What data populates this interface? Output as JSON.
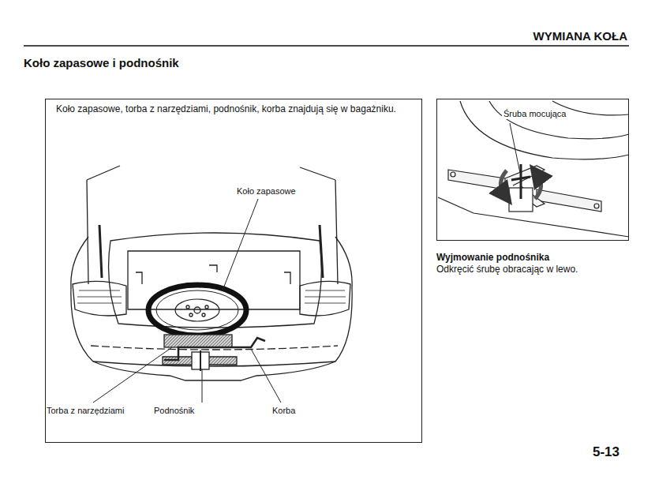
{
  "diagram": {
    "title": "Koło zapasowe i podnośnik",
    "nodes": [
      {
        "text": [
          "Koło zapasowe, torba z narzędziami, podnośnik, korba znajdują się w bagażniku."
        ]
      },
      {
        "text": [
          "Śruba mocująca"
        ]
      }
    ],
    "labels": [
      "WYMIANA KOŁA",
      "Koło zapasowe",
      "Torba z narzędziami",
      "Podnośnik",
      "Korba",
      "Wyjmowanie podnośnika",
      "Odkręcić śrubę obracając w lewo.",
      "5-13"
    ]
  }
}
